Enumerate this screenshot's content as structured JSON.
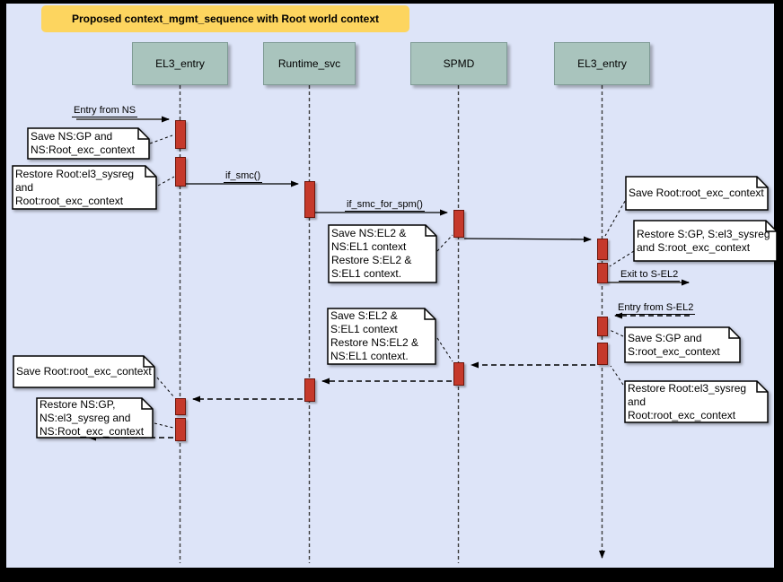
{
  "title": {
    "text": "Proposed context_mgmt_sequence with Root world context"
  },
  "colors": {
    "frame": "#000000",
    "canvas_bg": "#dde4f8",
    "title_fill": "#fdd55f",
    "lifeline_header_fill": "#a9c4bd",
    "activation_fill": "#c5392b",
    "activation_border": "#6e150a",
    "note_fill": "#ffffff",
    "line": "#000000",
    "entry_exit_line": "#5b5b5b"
  },
  "lifelines": [
    {
      "label": "EL3_entry"
    },
    {
      "label": "Runtime_svc"
    },
    {
      "label": "SPMD"
    },
    {
      "label": "EL3_entry"
    }
  ],
  "messages": {
    "entry_from_ns": "Entry from NS",
    "if_smc": "if_smc()",
    "if_smc_for_spm": "if_smc_for_spm()",
    "exit_to_s_el2": "Exit to S-EL2",
    "entry_from_s_el2": "Entry from S-EL2"
  },
  "notes": {
    "save_ns_gp": "Save NS:GP and\nNS:Root_exc_context",
    "restore_root_left": "Restore Root:el3_sysreg\nand\nRoot:root_exc_context",
    "save_ns_el2": "Save NS:EL2 &\nNS:EL1 context\nRestore S:EL2 &\nS:EL1 context.",
    "save_root_exc_right": "Save Root:root_exc_context",
    "restore_s_gp": "Restore S:GP, S:el3_sysreg\nand S:root_exc_context",
    "save_s_el2": "Save S:EL2 &\nS:EL1 context\nRestore NS:EL2 &\nNS:EL1 context.",
    "save_s_gp": "Save S:GP and\nS:root_exc_context",
    "restore_root_right": "Restore Root:el3_sysreg\nand\nRoot:root_exc_context",
    "save_root_exc_left": "Save Root:root_exc_context",
    "restore_ns_gp": "Restore NS:GP,\nNS:el3_sysreg and\nNS:Root_exc_context"
  }
}
